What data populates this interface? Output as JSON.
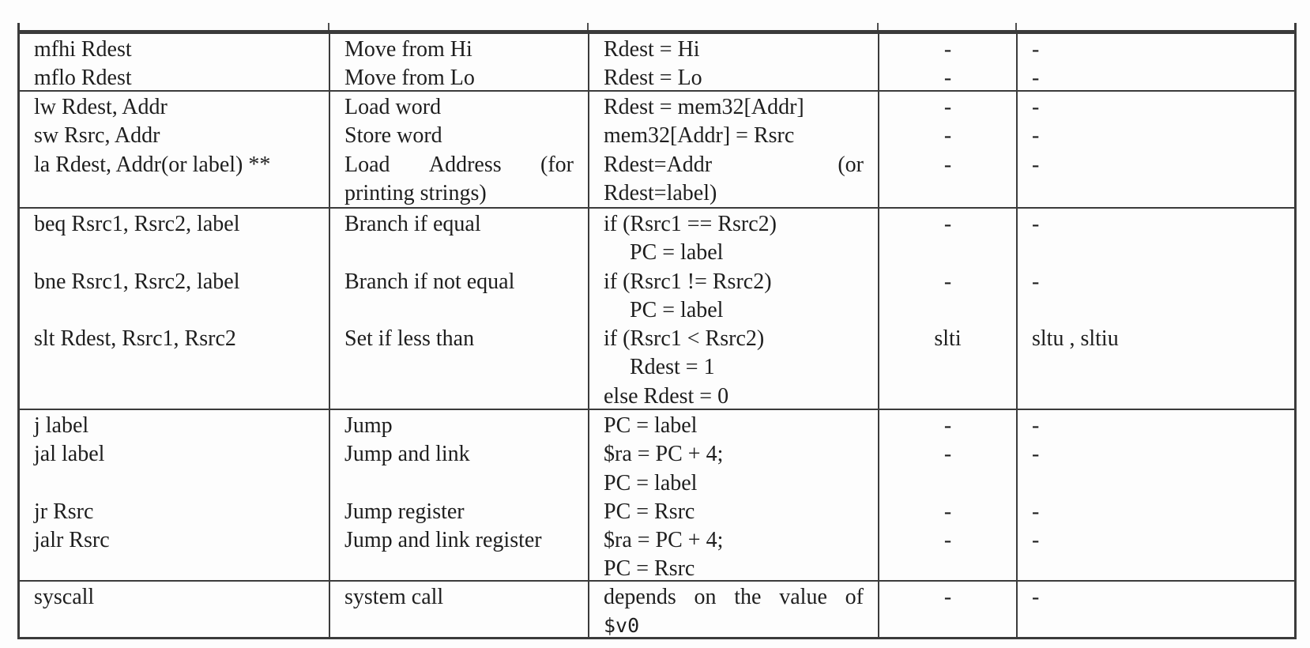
{
  "colors": {
    "border": "#3b3b3b",
    "text": "#1e1e1e",
    "background": "#fdfdfd"
  },
  "table": {
    "sections": [
      {
        "cells": [
          {
            "lines": [
              "mfhi Rdest",
              "mflo Rdest"
            ]
          },
          {
            "lines": [
              "Move from Hi",
              "Move from Lo"
            ]
          },
          {
            "lines": [
              "Rdest = Hi",
              "Rdest = Lo"
            ]
          },
          {
            "lines": [
              "-",
              "-"
            ]
          },
          {
            "lines": [
              "-",
              "-"
            ]
          }
        ]
      },
      {
        "cells": [
          {
            "lines": [
              "lw Rdest, Addr",
              "sw Rsrc, Addr",
              "la Rdest, Addr(or label) **"
            ]
          },
          {
            "lines": [
              "Load word",
              "Store word",
              {
                "words": [
                  "Load",
                  "Address",
                  "(for"
                ]
              },
              "printing strings)"
            ]
          },
          {
            "lines": [
              "Rdest = mem32[Addr]",
              "mem32[Addr] = Rsrc",
              {
                "words": [
                  "Rdest=Addr",
                  "(or"
                ]
              },
              "Rdest=label)"
            ]
          },
          {
            "lines": [
              "-",
              "-",
              "-"
            ]
          },
          {
            "lines": [
              "-",
              "-",
              "-"
            ]
          }
        ]
      },
      {
        "cells": [
          {
            "lines": [
              "beq Rsrc1, Rsrc2, label",
              "",
              "bne Rsrc1, Rsrc2, label",
              "",
              "slt Rdest, Rsrc1, Rsrc2"
            ]
          },
          {
            "lines": [
              "Branch if equal",
              "",
              "Branch if not equal",
              "",
              "Set if less than"
            ]
          },
          {
            "lines": [
              "if (Rsrc1 == Rsrc2)",
              {
                "text": "PC = label",
                "indent": true
              },
              "if (Rsrc1 != Rsrc2)",
              {
                "text": "PC = label",
                "indent": true
              },
              "if (Rsrc1 < Rsrc2)",
              {
                "text": "Rdest = 1",
                "indent": true
              },
              "else Rdest = 0"
            ]
          },
          {
            "lines": [
              "-",
              "",
              "-",
              "",
              "slti"
            ]
          },
          {
            "lines": [
              "-",
              "",
              "-",
              "",
              "sltu , sltiu"
            ]
          }
        ]
      },
      {
        "cells": [
          {
            "lines": [
              "j label",
              "jal label",
              "",
              "jr Rsrc",
              "jalr Rsrc"
            ]
          },
          {
            "lines": [
              "Jump",
              "Jump and link",
              "",
              "Jump register",
              "Jump and link register"
            ]
          },
          {
            "lines": [
              "PC = label",
              "$ra = PC + 4;",
              "PC = label",
              "PC = Rsrc",
              "$ra = PC + 4;",
              "PC = Rsrc"
            ]
          },
          {
            "lines": [
              "-",
              "-",
              "",
              "-",
              "-"
            ]
          },
          {
            "lines": [
              "-",
              "-",
              "",
              "-",
              "-"
            ]
          }
        ]
      },
      {
        "cells": [
          {
            "lines": [
              "syscall"
            ]
          },
          {
            "lines": [
              "system call"
            ]
          },
          {
            "lines": [
              {
                "words": [
                  "depends",
                  "on",
                  "the",
                  "value",
                  "of"
                ]
              },
              {
                "text": "$v0",
                "mono": true
              }
            ]
          },
          {
            "lines": [
              "-"
            ]
          },
          {
            "lines": [
              "-"
            ]
          }
        ]
      }
    ]
  }
}
